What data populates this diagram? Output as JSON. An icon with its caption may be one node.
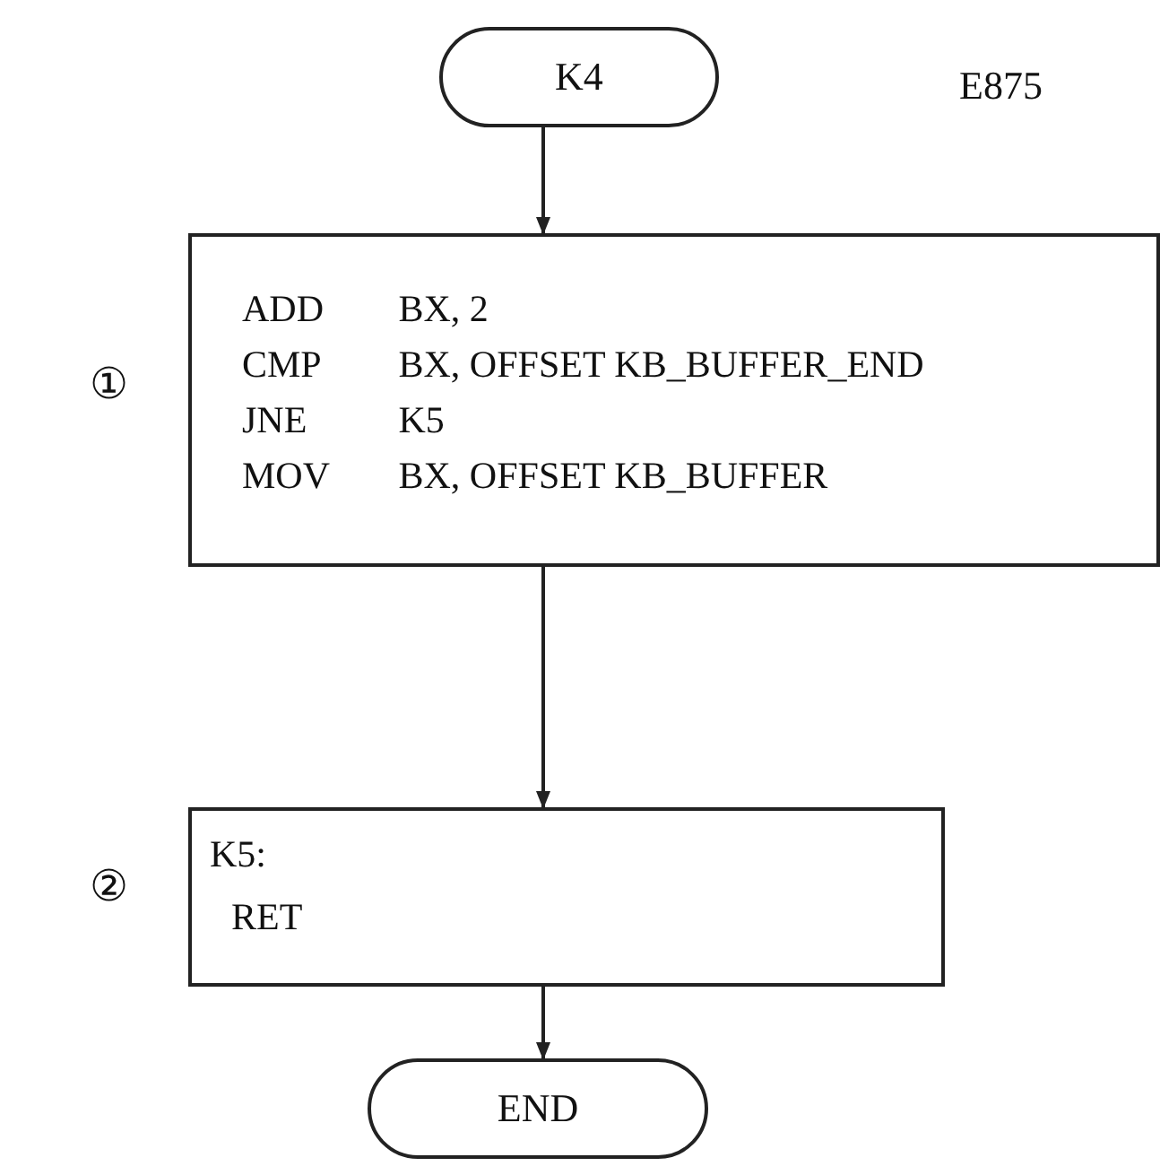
{
  "diagram": {
    "nodes": [
      {
        "text": [
          "K4"
        ]
      },
      {
        "text": [
          "ADD BX, 2",
          "CMP BX, OFFSET KB_BUFFER_END",
          "JNE K5",
          "MOV BX, OFFSET KB_BUFFER"
        ],
        "beside": [
          "①"
        ]
      },
      {
        "text": [
          "K5:",
          "RET"
        ],
        "beside": [
          "②"
        ]
      },
      {
        "text": [
          "END"
        ]
      }
    ],
    "edges": [
      {
        "from": 0,
        "to": 1,
        "arrow": "to"
      },
      {
        "from": 1,
        "to": 2,
        "arrow": "to"
      },
      {
        "from": 2,
        "to": 3,
        "arrow": "to"
      }
    ],
    "labels": [
      "E875"
    ]
  }
}
